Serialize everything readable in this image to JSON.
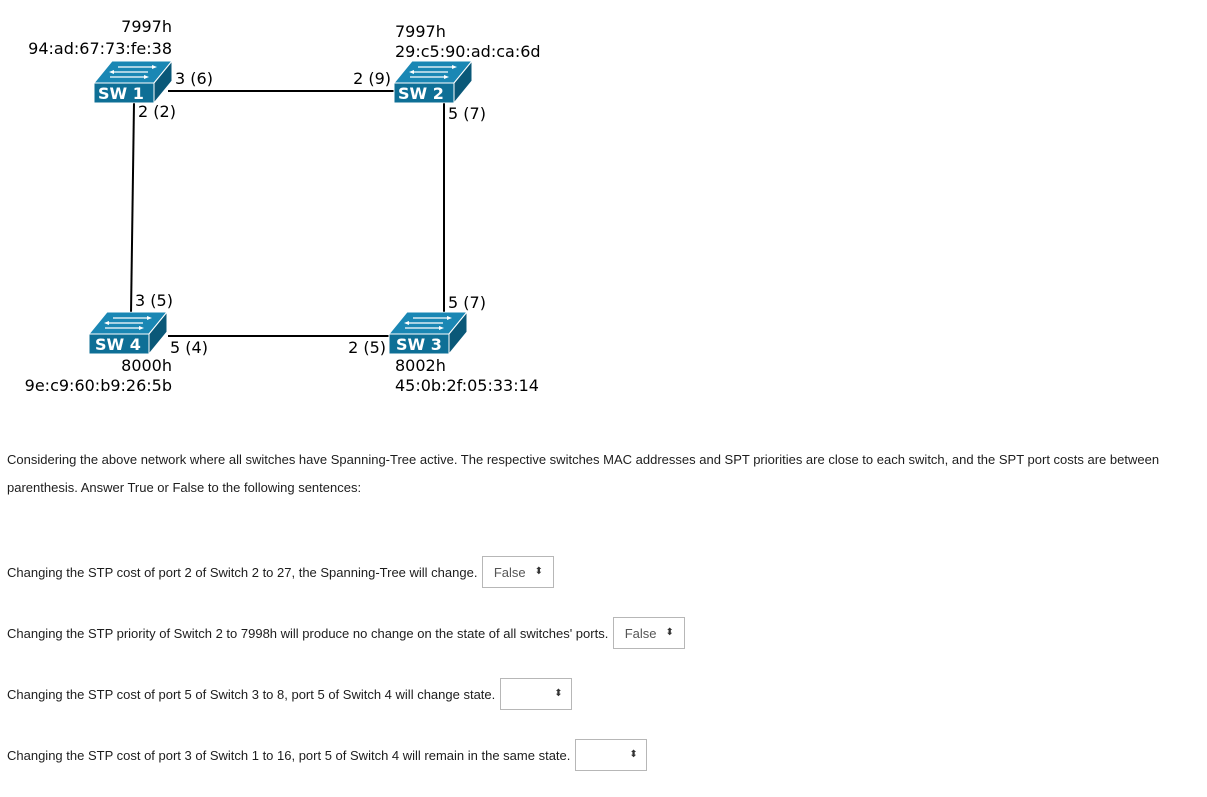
{
  "diagram": {
    "switches": [
      {
        "label": "SW 1",
        "priority": "7997h",
        "mac": "94:ad:67:73:fe:38"
      },
      {
        "label": "SW 2",
        "priority": "7997h",
        "mac": "29:c5:90:ad:ca:6d"
      },
      {
        "label": "SW 3",
        "priority": "8002h",
        "mac": "45:0b:2f:05:33:14"
      },
      {
        "label": "SW 4",
        "priority": "8000h",
        "mac": "9e:c9:60:b9:26:5b"
      }
    ],
    "ports": {
      "sw1_right": "3 (6)",
      "sw1_down": "2 (2)",
      "sw2_left": "2 (9)",
      "sw2_down": "5 (7)",
      "sw3_up": "5 (7)",
      "sw3_left": "2 (5)",
      "sw4_up": "3 (5)",
      "sw4_right": "5 (4)"
    },
    "colors": {
      "switch_front": "#0e6f96",
      "switch_top": "#1a87b4",
      "switch_side": "#0a5878",
      "link": "#000000"
    }
  },
  "question": {
    "intro": "Considering the above network where all switches have Spanning-Tree active. The respective switches MAC addresses and SPT priorities are close to each switch, and the SPT port costs are between parenthesis. Answer True or False to the following sentences:",
    "items": [
      {
        "text": "Changing the STP cost of port 2 of Switch 2 to 27, the Spanning-Tree will change.",
        "selected": "False"
      },
      {
        "text": "Changing the STP priority of Switch 2 to 7998h will produce no change on the state of all switches' ports.",
        "selected": "False"
      },
      {
        "text": "Changing the STP cost of port 5 of Switch 3 to 8, port 5 of Switch 4 will change state.",
        "selected": ""
      },
      {
        "text": "Changing the STP cost of port 3 of Switch 1 to 16, port 5 of Switch 4 will remain in the same state.",
        "selected": ""
      }
    ],
    "select_arrow_icon": "up-down-arrow-icon"
  }
}
